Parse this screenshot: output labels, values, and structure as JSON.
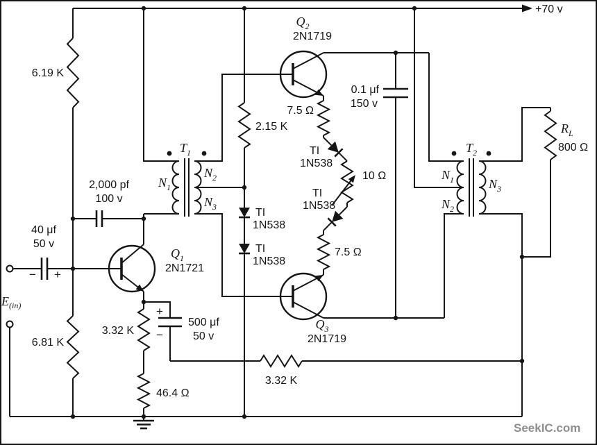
{
  "supply": {
    "label": "+70 v"
  },
  "input": {
    "ref_main": "E",
    "ref_sub": "(in)"
  },
  "transistors": {
    "q1": {
      "ref_main": "Q",
      "ref_sub": "1",
      "part": "2N1721"
    },
    "q2": {
      "ref_main": "Q",
      "ref_sub": "2",
      "part": "2N1719"
    },
    "q3": {
      "ref_main": "Q",
      "ref_sub": "3",
      "part": "2N1719"
    }
  },
  "transformers": {
    "t1": {
      "ref_main": "T",
      "ref_sub": "1",
      "n1_main": "N",
      "n1_sub": "1",
      "n2_main": "N",
      "n2_sub": "2",
      "n3_main": "N",
      "n3_sub": "3"
    },
    "t2": {
      "ref_main": "T",
      "ref_sub": "2",
      "n1_main": "N",
      "n1_sub": "1",
      "n2_main": "N",
      "n2_sub": "2",
      "n3_main": "N",
      "n3_sub": "3"
    }
  },
  "resistors": {
    "r_619k": {
      "value": "6.19 K"
    },
    "r_681k": {
      "value": "6.81 K"
    },
    "r_215k": {
      "value": "2.15 K"
    },
    "r_75_top": {
      "value": "7.5 Ω"
    },
    "r_10": {
      "value": "10 Ω"
    },
    "r_75_bottom": {
      "value": "7.5 Ω"
    },
    "r_332k_emitter": {
      "value": "3.32 K"
    },
    "r_464": {
      "value": "46.4 Ω"
    },
    "r_332k_feedback": {
      "value": "3.32 K"
    },
    "r_load": {
      "ref_main": "R",
      "ref_sub": "L",
      "value": "800 Ω"
    }
  },
  "capacitors": {
    "c_40uf": {
      "value": "40 μf",
      "voltage": "50 v",
      "neg": "−",
      "pos": "+"
    },
    "c_2000pf": {
      "value": "2,000 pf",
      "voltage": "100 v"
    },
    "c_500uf": {
      "value": "500 μf",
      "voltage": "50 v",
      "pos": "+",
      "neg": "−"
    },
    "c_01uf": {
      "value": "0.1 μf",
      "voltage": "150 v"
    }
  },
  "diodes": {
    "d1": {
      "make": "TI",
      "part": "1N538"
    },
    "d2": {
      "make": "TI",
      "part": "1N538"
    },
    "d3": {
      "make": "TI",
      "part": "1N538"
    },
    "d4": {
      "make": "TI",
      "part": "1N538"
    }
  },
  "watermark": "SeekIC.com"
}
